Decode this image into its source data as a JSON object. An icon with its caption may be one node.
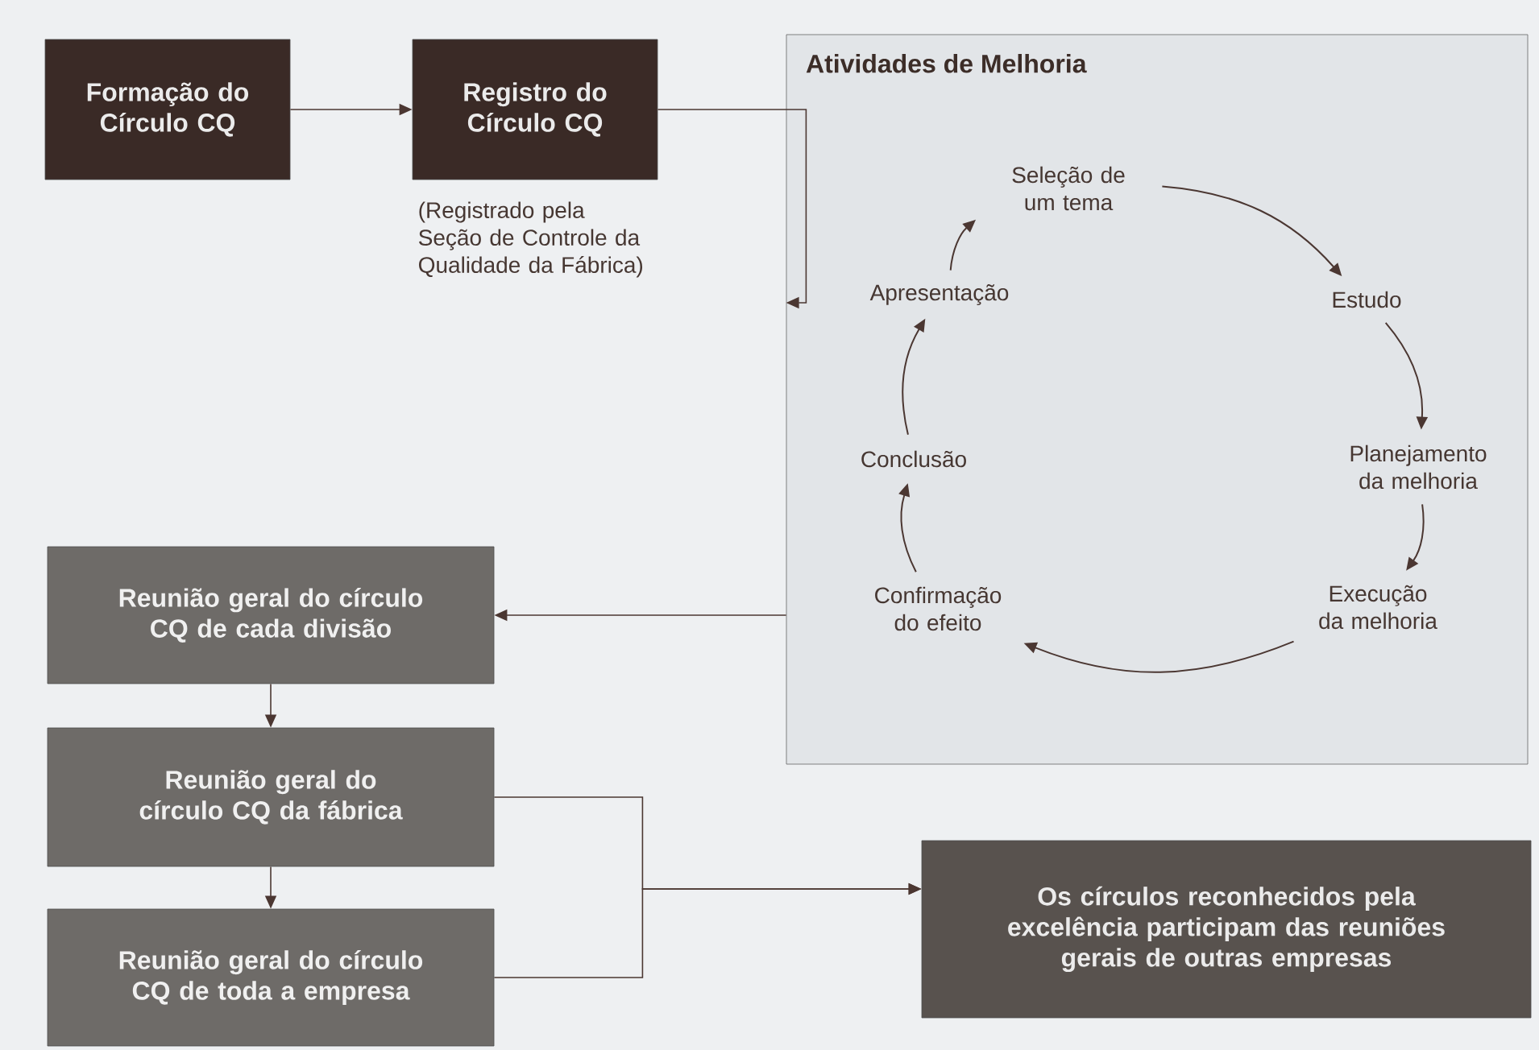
{
  "diagram": {
    "nodes": [
      {
        "text": [
          "Formação do Círculo CQ"
        ]
      },
      {
        "text": [
          "Registro do Círculo CQ"
        ],
        "beside": [
          "(Registrado pela Seção de Controle da Qualidade da Fábrica)"
        ]
      },
      {
        "text": [
          "Atividades de Melhoria"
        ]
      },
      {
        "text": [
          "Seleção de um tema"
        ],
        "in": 2
      },
      {
        "text": [
          "Estudo"
        ],
        "in": 2
      },
      {
        "text": [
          "Planejamento da melhoria"
        ],
        "in": 2
      },
      {
        "text": [
          "Execução da melhoria"
        ],
        "in": 2
      },
      {
        "text": [
          "Confirmação do efeito"
        ],
        "in": 2
      },
      {
        "text": [
          "Conclusão"
        ],
        "in": 2
      },
      {
        "text": [
          "Apresentação"
        ],
        "in": 2
      },
      {
        "text": [
          "Reunião geral do círculo CQ de cada divisão"
        ]
      },
      {
        "text": [
          "Reunião geral do círculo CQ da fábrica"
        ]
      },
      {
        "text": [
          "Reunião geral do círculo CQ de toda a empresa"
        ]
      },
      {
        "text": [
          "Os círculos reconhecidos pela excelência participam das reuniões gerais de outras empresas"
        ]
      }
    ],
    "edges": [
      {
        "from": 0,
        "to": 1,
        "arrow": "to"
      },
      {
        "from": 1,
        "to": 2,
        "arrow": "to"
      },
      {
        "from": 3,
        "to": 4,
        "arrow": "to"
      },
      {
        "from": 4,
        "to": 5,
        "arrow": "to"
      },
      {
        "from": 5,
        "to": 6,
        "arrow": "to"
      },
      {
        "from": 6,
        "to": 7,
        "arrow": "to"
      },
      {
        "from": 7,
        "to": 8,
        "arrow": "to"
      },
      {
        "from": 8,
        "to": 9,
        "arrow": "to"
      },
      {
        "from": 9,
        "to": 3,
        "arrow": "to"
      },
      {
        "from": 2,
        "to": 10,
        "arrow": "to"
      },
      {
        "from": 10,
        "to": 11,
        "arrow": "to"
      },
      {
        "from": 11,
        "to": 12,
        "arrow": "to"
      },
      {
        "from": 11,
        "to": 13,
        "arrow": "to"
      },
      {
        "from": 12,
        "to": 13,
        "arrow": "to"
      }
    ]
  }
}
